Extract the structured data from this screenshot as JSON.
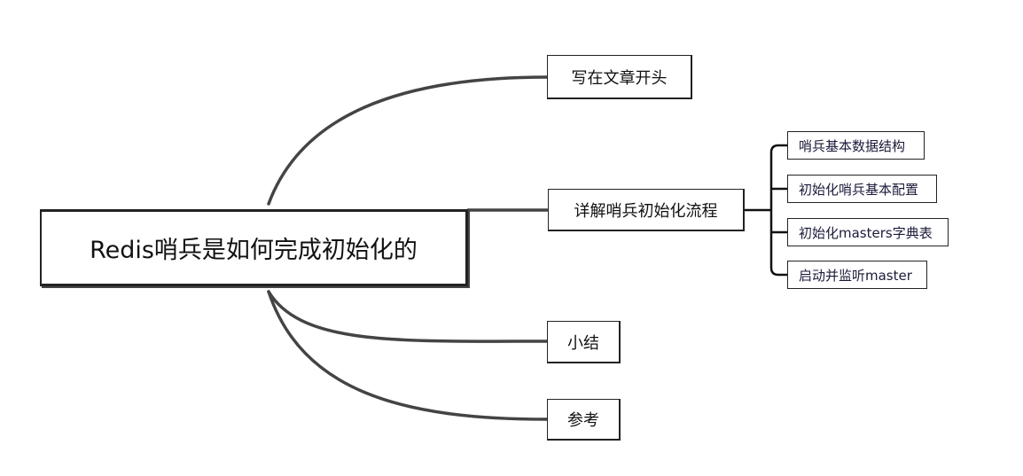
{
  "root": {
    "label": "Redis哨兵是如何完成初始化的"
  },
  "branches": [
    {
      "label": "写在文章开头"
    },
    {
      "label": "详解哨兵初始化流程",
      "children": [
        {
          "label": "哨兵基本数据结构"
        },
        {
          "label": "初始化哨兵基本配置"
        },
        {
          "label": "初始化masters字典表"
        },
        {
          "label": "启动并监听master"
        }
      ]
    },
    {
      "label": "小结"
    },
    {
      "label": "参考"
    }
  ]
}
